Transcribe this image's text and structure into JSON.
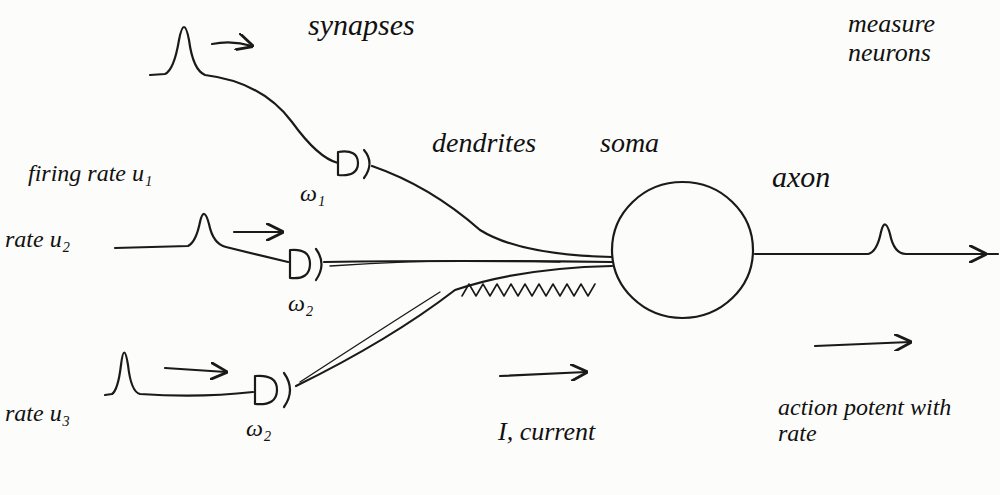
{
  "diagram": {
    "nodes": [
      {
        "text": [
          "soma"
        ]
      }
    ],
    "labels": [
      "synapses",
      "firing rate u₁",
      "rate u₂",
      "rate u₃",
      "ω₁",
      "ω₂",
      "ω₂",
      "dendrites",
      "axon",
      "I, current",
      "action potent with rate",
      "measure neurons"
    ]
  }
}
